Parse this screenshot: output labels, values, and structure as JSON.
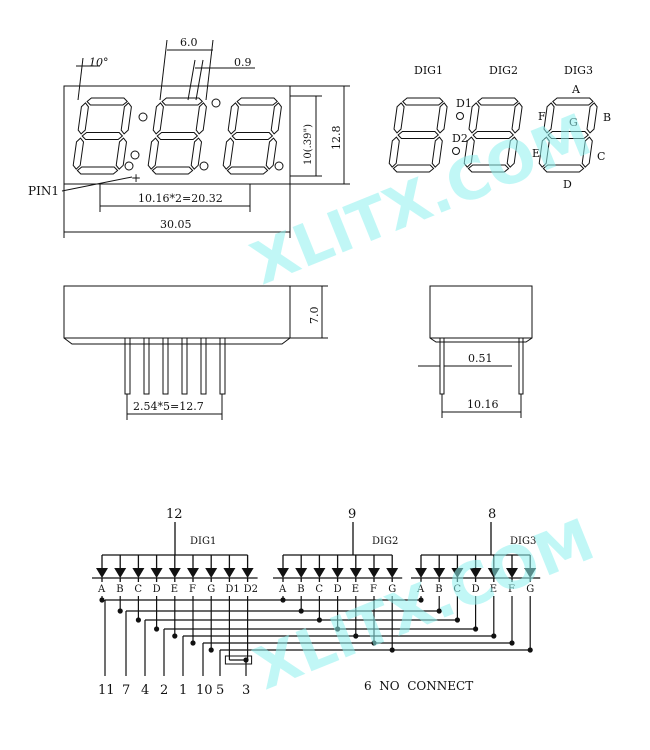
{
  "front_view": {
    "angle_label": "10°",
    "pitch_width_label": "6.0",
    "seg_width_label": "0.9",
    "char_height_label": "10(.39\")",
    "height_label": "12.8",
    "pin1_label": "PIN1",
    "plus_marker": "+",
    "digit_spacing_label": "10.16*2=20.32",
    "total_width_label": "30.05"
  },
  "segment_map": {
    "digit_labels": [
      "DIG1",
      "DIG2",
      "DIG3"
    ],
    "dp_labels": [
      "D1",
      "D2"
    ],
    "segment_letters": {
      "A": "A",
      "B": "B",
      "C": "C",
      "D": "D",
      "E": "E",
      "F": "F",
      "G": "G"
    }
  },
  "side_view": {
    "height_label": "7.0",
    "pin_pitch_label": "2.54*5=12.7"
  },
  "end_view": {
    "pin_dia_label": "0.51",
    "row_spacing_label": "10.16"
  },
  "schematic": {
    "commons": [
      {
        "pin": "12",
        "digit": "DIG1"
      },
      {
        "pin": "9",
        "digit": "DIG2"
      },
      {
        "pin": "8",
        "digit": "DIG3"
      }
    ],
    "dig1_segments": [
      "A",
      "B",
      "C",
      "D",
      "E",
      "F",
      "G",
      "D1",
      "D2"
    ],
    "dig_segments": [
      "A",
      "B",
      "C",
      "D",
      "E",
      "F",
      "G"
    ],
    "bottom_pins": [
      "11",
      "7",
      "4",
      "2",
      "1",
      "10",
      "5",
      "3"
    ],
    "no_connect_note": "6  NO  CONNECT"
  },
  "watermark": {
    "text": "XLITX.COM"
  }
}
